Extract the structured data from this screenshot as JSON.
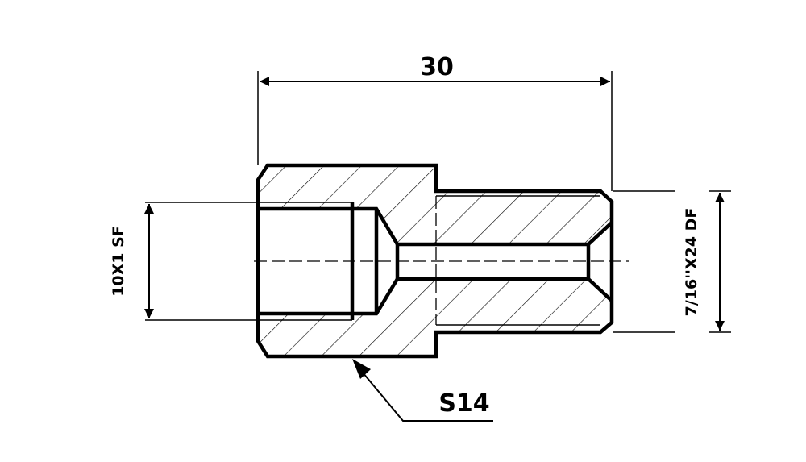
{
  "drawing": {
    "overall_length": "30",
    "left_thread": "10X1 SF",
    "right_thread": "7/16''X24 DF",
    "wrench_size": "S14",
    "line_color": "#000000",
    "background": "#ffffff"
  }
}
